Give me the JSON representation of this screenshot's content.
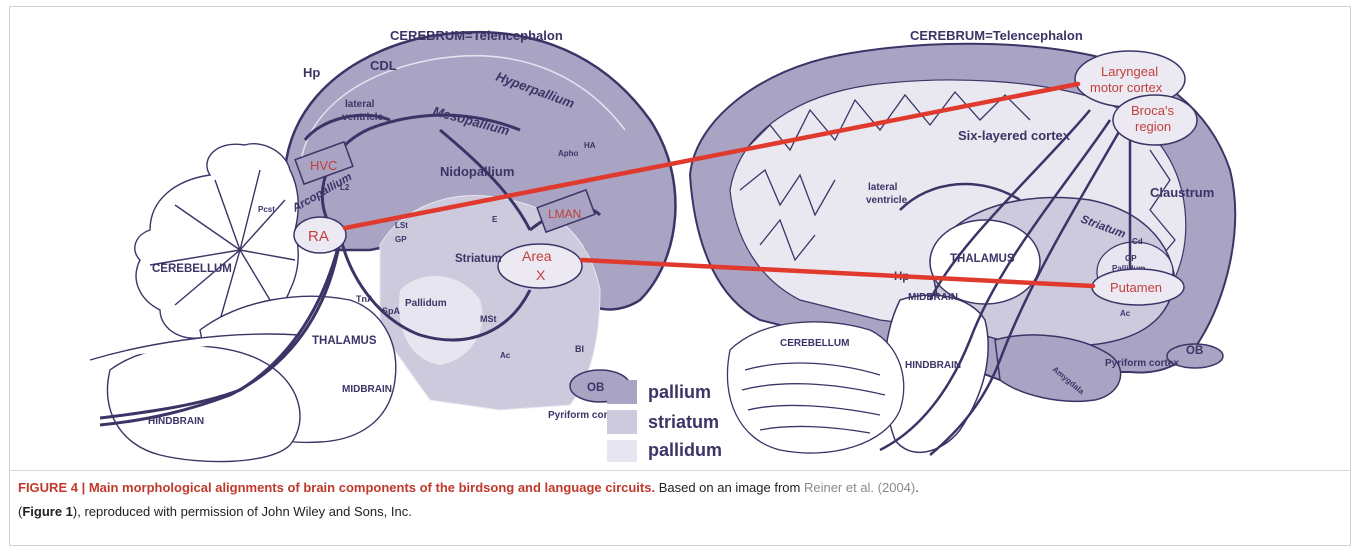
{
  "bird": {
    "cerebrum_title": "CEREBRUM=Telencephalon",
    "hp": "Hp",
    "cdl": "CDL",
    "hyperpallium": "Hyperpallium",
    "lateral_ventricle_1": "lateral",
    "lateral_ventricle_2": "ventricle",
    "mesopallium": "Mesopallium",
    "nidopallium": "Nidopallium",
    "arcopallium": "Arcopallium",
    "striatum": "Striatum",
    "pallidum": "Pallidum",
    "cerebellum": "CEREBELLUM",
    "thalamus": "THALAMUS",
    "midbrain": "MIDBRAIN",
    "hindbrain": "HINDBRAIN",
    "ob": "OB",
    "pyriform": "Pyriform cortex",
    "small_labels": [
      "Pcst",
      "L2",
      "LSt",
      "GP",
      "TnA",
      "SpA",
      "MSt",
      "Ac",
      "BI",
      "E",
      "HA",
      "Apho"
    ]
  },
  "nuclei": {
    "hvc": "HVC",
    "ra": "RA",
    "lman": "LMAN",
    "area_x_1": "Area",
    "area_x_2": "X"
  },
  "legend": {
    "items": [
      {
        "label": "pallium",
        "color": "#a9a4c3"
      },
      {
        "label": "striatum",
        "color": "#cdcade"
      },
      {
        "label": "pallidum",
        "color": "#e7e5ef"
      }
    ]
  },
  "human": {
    "cerebrum_title": "CEREBRUM=Telencephalon",
    "six_layered": "Six-layered cortex",
    "lateral_ventricle_1": "lateral",
    "lateral_ventricle_2": "ventricle",
    "claustrum": "Claustrum",
    "striatum": "Striatum",
    "cd": "Cd",
    "thalamus": "THALAMUS",
    "hp": "Hp",
    "midbrain": "MIDBRAIN",
    "hindbrain": "HINDBRAIN",
    "cerebellum": "CEREBELLUM",
    "amygdala": "Amygdala",
    "ob": "OB",
    "pyriform": "Pyriform cortex",
    "gp_1": "GP",
    "gp_2": "Pallidum",
    "ac": "Ac"
  },
  "human_regions": {
    "laryngeal_1": "Laryngeal",
    "laryngeal_2": "motor cortex",
    "broca_1": "Broca's",
    "broca_2": "region",
    "putamen": "Putamen"
  },
  "colors": {
    "pallium": "#a9a4c3",
    "outline": "#3a3566",
    "connection": "#e03a2e",
    "region_fill": "#ece9f2",
    "region_text": "#c0413a"
  },
  "caption": {
    "title": "FIGURE 4 | Main morphological alignments of brain components of the birdsong and language circuits.",
    "text1": " Based on an image from ",
    "ref": "Reiner et al. (2004)",
    "text2": ".",
    "paren_open": "(",
    "figure_ref": "Figure 1",
    "text3": "), reproduced with permission of John Wiley and Sons, Inc."
  }
}
